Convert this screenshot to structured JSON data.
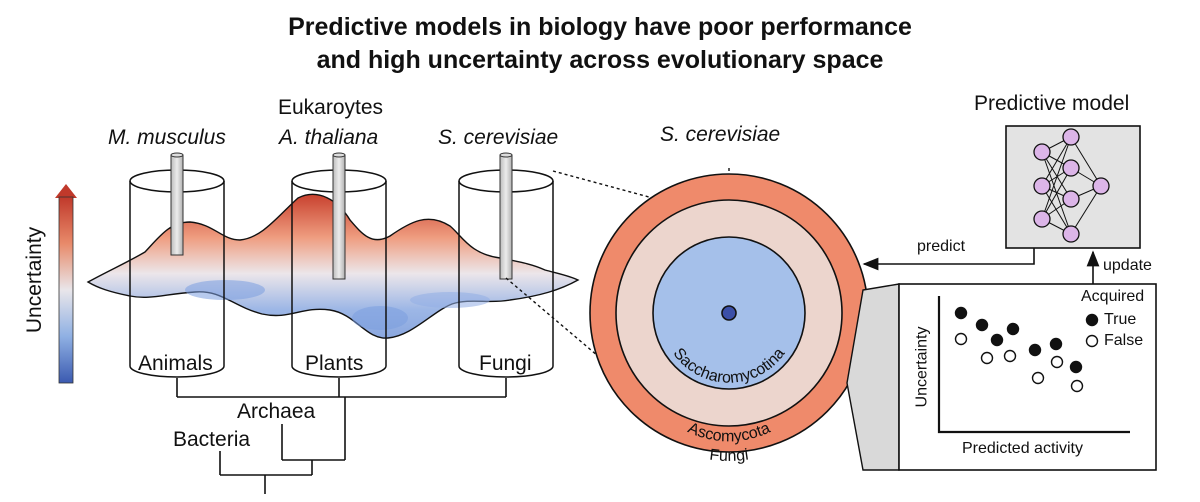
{
  "title": {
    "line1": "Predictive models in biology have poor performance",
    "line2": "and high uncertainty across evolutionary space"
  },
  "left_panel": {
    "eukaryotes": "Eukaroytes",
    "species": [
      "M. musculus",
      "A. thaliana",
      "S. cerevisiae"
    ],
    "kingdoms": [
      "Animals",
      "Plants",
      "Fungi"
    ],
    "archaea": "Archaea",
    "bacteria": "Bacteria",
    "uncertainty_axis": "Uncertainty",
    "gradient_colors": [
      "#c0392b",
      "#e88a6a",
      "#e9e6ea",
      "#8fb0e3",
      "#3b5ab0"
    ]
  },
  "circle_panel": {
    "species": "S. cerevisiae",
    "rings": [
      {
        "label": "Fungi",
        "color": "#ef8a6b"
      },
      {
        "label": "Ascomycota",
        "color": "#ecd5cd"
      },
      {
        "label": "Saccharomycotina",
        "color": "#a5c0ea"
      }
    ],
    "center_dot_color": "#3b4fa8"
  },
  "model": {
    "label": "Predictive model",
    "predict": "predict",
    "update": "update",
    "node_color": "#dcb5e8",
    "box_color": "#e3e3e3"
  },
  "scatter": {
    "ylabel": "Uncertainty",
    "xlabel": "Predicted activity",
    "legend_title": "Acquired",
    "legend_true": "True",
    "legend_false": "False"
  }
}
